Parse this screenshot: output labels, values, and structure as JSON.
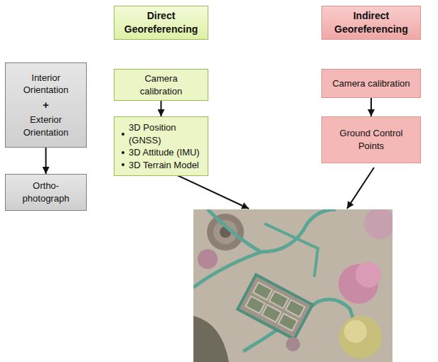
{
  "diagram": {
    "nodes": [
      {
        "text": [
          "Direct Georeferencing"
        ]
      },
      {
        "text": [
          "Indirect Georeferencing"
        ]
      },
      {
        "text": [
          "Interior Orientation",
          "+",
          "Exterior Orientation"
        ]
      },
      {
        "text": [
          "Camera calibration"
        ]
      },
      {
        "text": [
          "Camera calibration"
        ]
      },
      {
        "text": [
          "3D Position (GNSS)",
          "3D Attitude (IMU)",
          "3D Terrain Model"
        ]
      },
      {
        "text": [
          "Ground Control Points"
        ]
      },
      {
        "text": [
          "Ortho- photograph"
        ]
      }
    ],
    "edges": [
      {
        "from": 3,
        "to": 5,
        "arrow": "to"
      },
      {
        "from": 4,
        "to": 6,
        "arrow": "to"
      },
      {
        "from": 2,
        "to": 7,
        "arrow": "to"
      }
    ]
  }
}
